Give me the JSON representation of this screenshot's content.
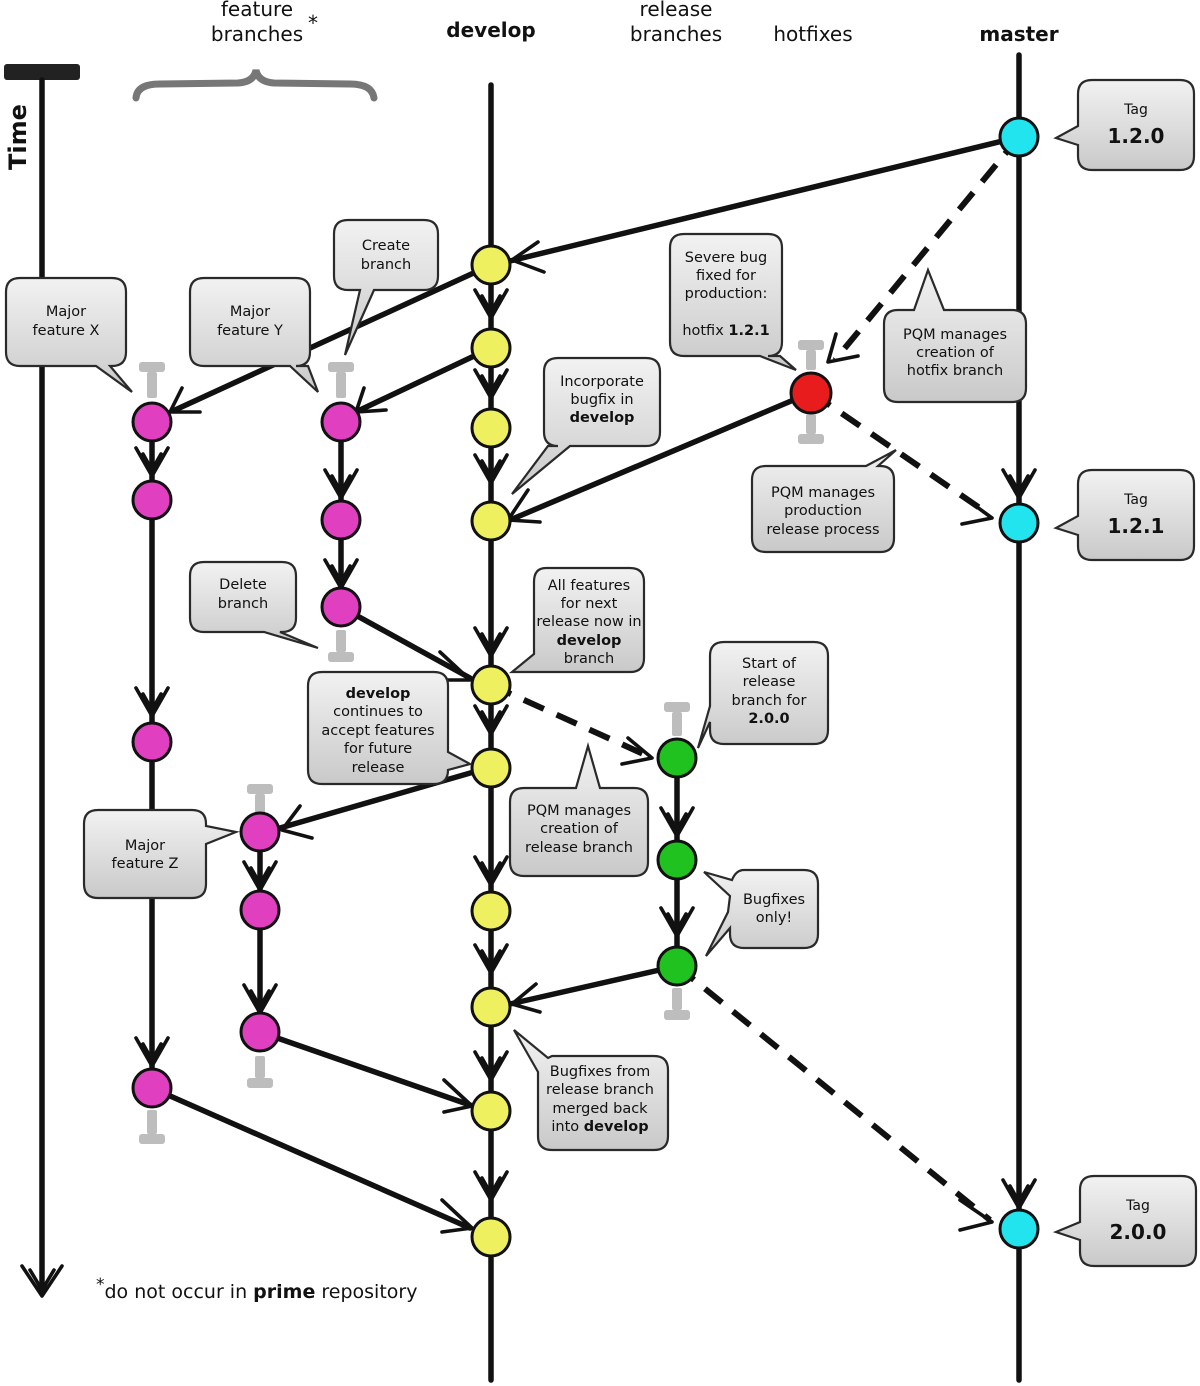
{
  "columns": {
    "feature_line1": "feature",
    "feature_line2": "branches",
    "feature_star": "*",
    "develop": "develop",
    "release_line1": "release",
    "release_line2": "branches",
    "hotfixes": "hotfixes",
    "master": "master"
  },
  "time_label": "Time",
  "footnote": {
    "star": "*",
    "pre": "do not occur in ",
    "bold": "prime",
    "post": " repository"
  },
  "tags": [
    {
      "small": "Tag",
      "big": "1.2.0"
    },
    {
      "small": "Tag",
      "big": "1.2.1"
    },
    {
      "small": "Tag",
      "big": "2.0.0"
    }
  ],
  "bubbles": {
    "create_branch": [
      "Create",
      "branch"
    ],
    "major_x": [
      "Major",
      "feature X"
    ],
    "major_y": [
      "Major",
      "feature Y"
    ],
    "severe_bug": [
      "Severe bug",
      "fixed for",
      "production:"
    ],
    "hotfix_pre": "hotfix ",
    "hotfix_ver": "1.2.1",
    "pqm_hotfix": [
      "PQM manages",
      "creation of",
      "hotfix branch"
    ],
    "incorporate": [
      "Incorporate",
      "bugfix in"
    ],
    "incorporate_bold": "develop",
    "pqm_prod": [
      "PQM manages",
      "production",
      "release process"
    ],
    "delete_branch": [
      "Delete",
      "branch"
    ],
    "all_features": [
      "All features",
      "for next",
      "release now in"
    ],
    "all_features_bold": "develop",
    "all_features_last": "branch",
    "develop_cont_bold": "develop",
    "develop_cont": [
      "continues to",
      "accept features",
      "for future",
      "release"
    ],
    "start_release": [
      "Start of",
      "release",
      "branch for"
    ],
    "start_release_bold": "2.0.0",
    "pqm_release": [
      "PQM manages",
      "creation of",
      "release branch"
    ],
    "major_z": [
      "Major",
      "feature Z"
    ],
    "bugfixes_only": [
      "Bugfixes",
      "only!"
    ],
    "bugfixes_from": [
      "Bugfixes from",
      "release branch",
      "merged back"
    ],
    "bugfixes_from_pre": "into ",
    "bugfixes_from_bold": "develop"
  },
  "colors": {
    "feature": "#e040c0",
    "develop": "#eef060",
    "release": "#1fc21f",
    "hotfix": "#e81c1c",
    "master": "#22e4ee"
  }
}
